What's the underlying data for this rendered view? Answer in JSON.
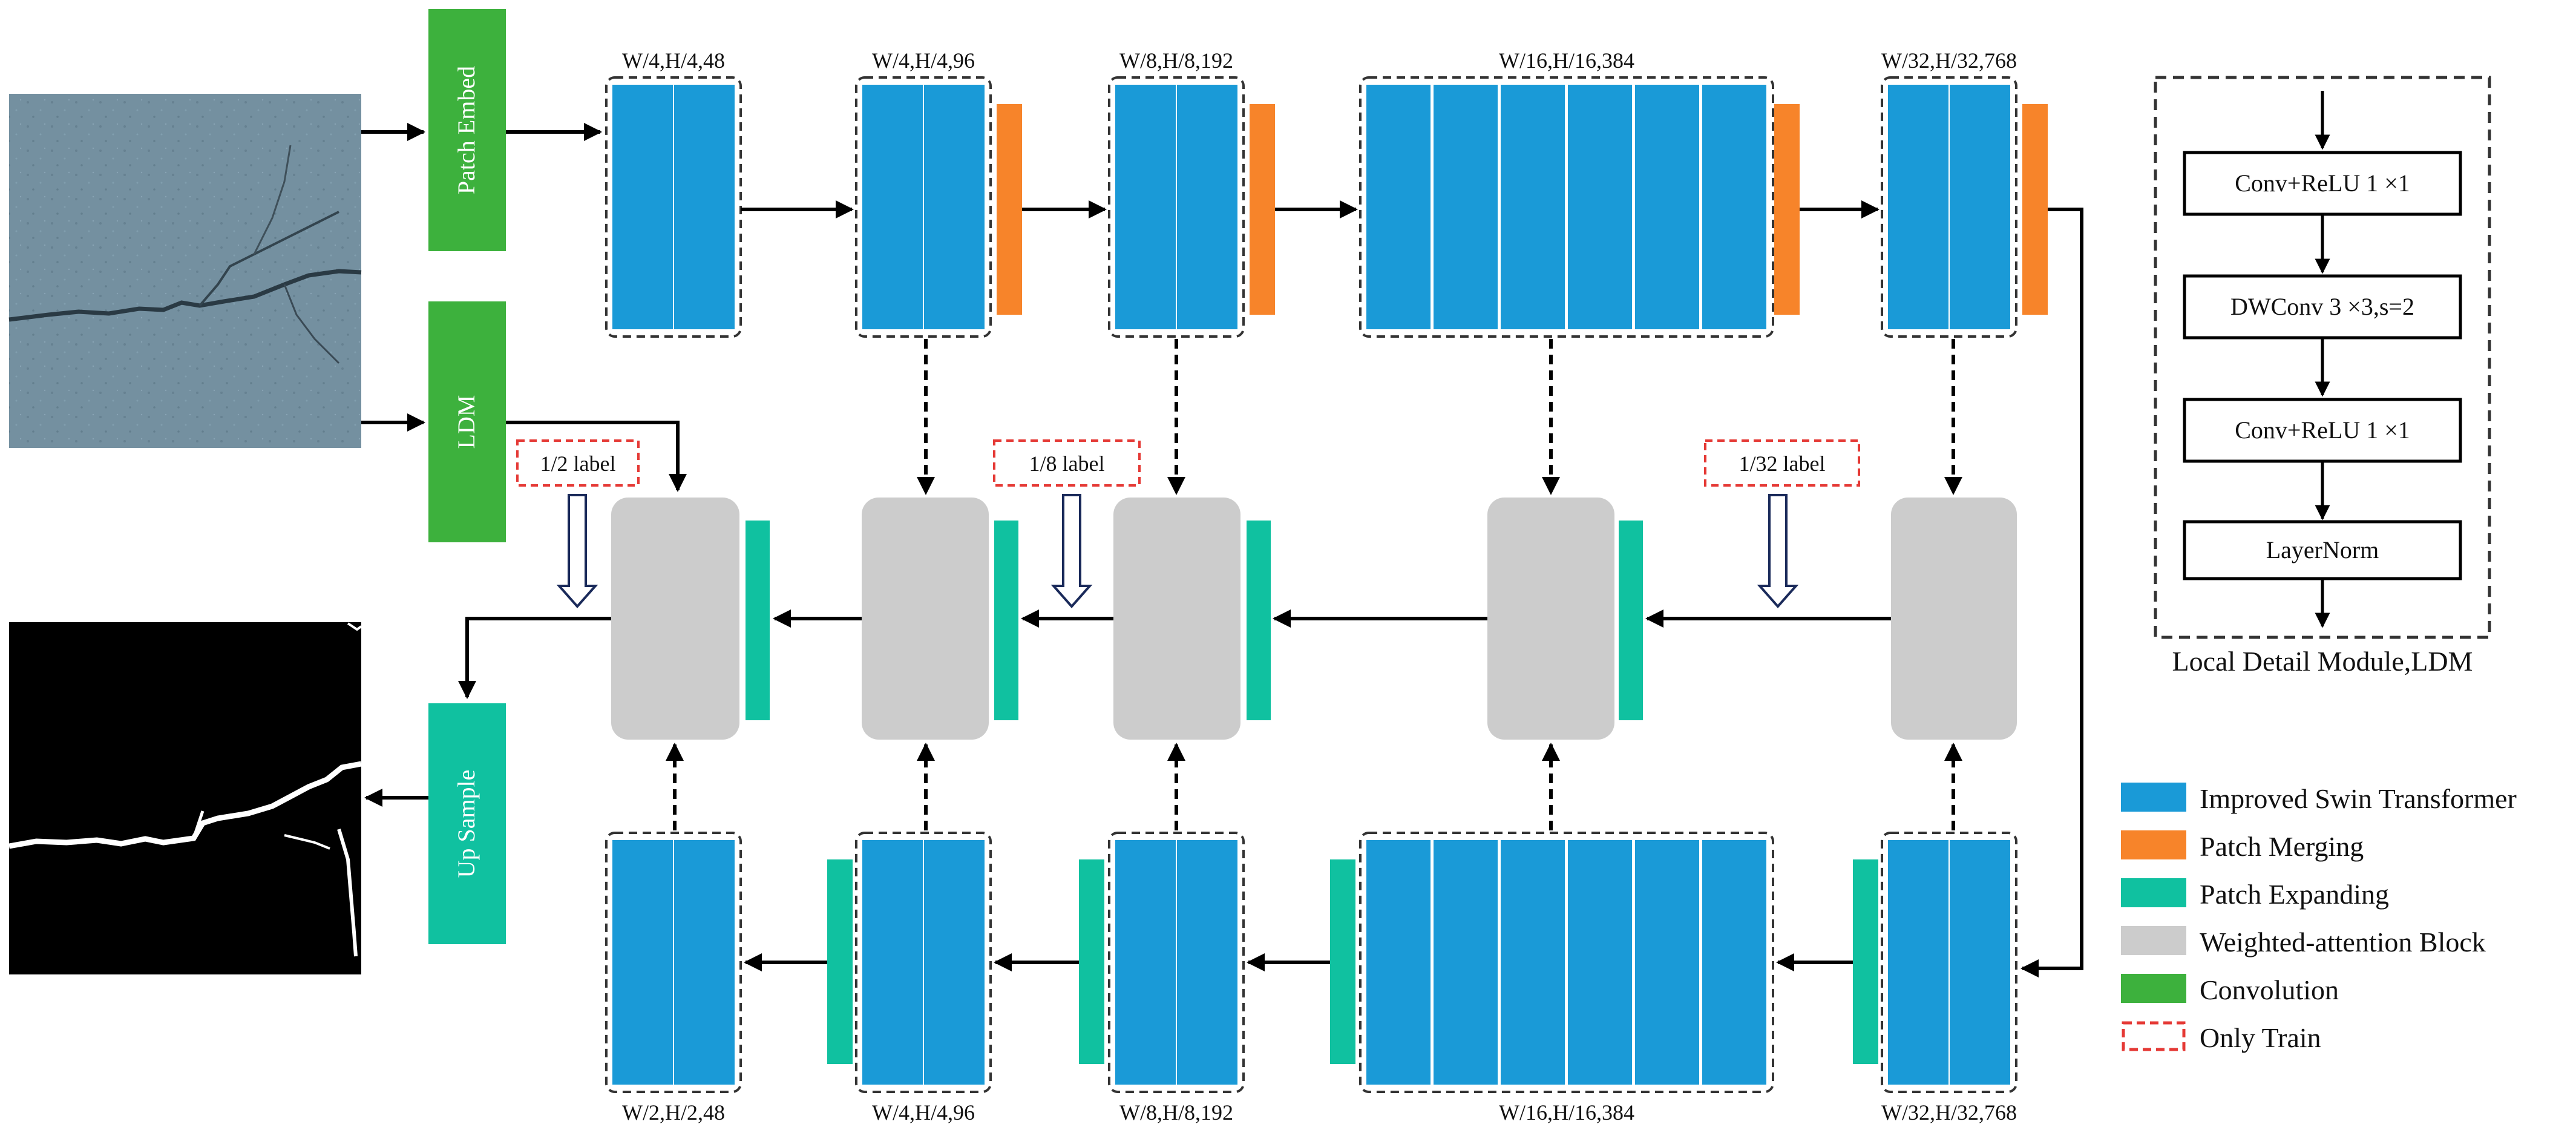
{
  "inputs": {
    "patch_embed": "Patch Embed",
    "ldm": "LDM",
    "up_sample": "Up Sample"
  },
  "encoder_labels": [
    "W/4,H/4,48",
    "W/4,H/4,96",
    "W/8,H/8,192",
    "W/16,H/16,384",
    "W/32,H/32,768"
  ],
  "decoder_labels": [
    "W/2,H/2,48",
    "W/4,H/4,96",
    "W/8,H/8,192",
    "W/16,H/16,384",
    "W/32,H/32,768"
  ],
  "train_labels": [
    "1/2 label",
    "1/8 label",
    "1/32 label"
  ],
  "ldm_module": {
    "steps": [
      "Conv+ReLU 1 ×1",
      "DWConv 3 ×3,s=2",
      "Conv+ReLU 1 ×1",
      "LayerNorm"
    ],
    "caption": "Local Detail Module,LDM"
  },
  "legend": [
    {
      "label": "Improved Swin Transformer",
      "color": "#1a9ad7",
      "kind": "block"
    },
    {
      "label": "Patch Merging",
      "color": "#f7842a",
      "kind": "block"
    },
    {
      "label": "Patch Expanding",
      "color": "#10c1a0",
      "kind": "block"
    },
    {
      "label": "Weighted-attention Block",
      "color": "#cccccc",
      "kind": "block"
    },
    {
      "label": "Convolution",
      "color": "#3db13d",
      "kind": "block"
    },
    {
      "label": "Only Train",
      "color": "#e53935",
      "kind": "dashed"
    }
  ],
  "colors": {
    "swin": "#1a9ad7",
    "merging": "#f7842a",
    "expanding": "#10c1a0",
    "attention": "#cccccc",
    "convolution": "#3db13d",
    "train_box": "#e53935"
  }
}
